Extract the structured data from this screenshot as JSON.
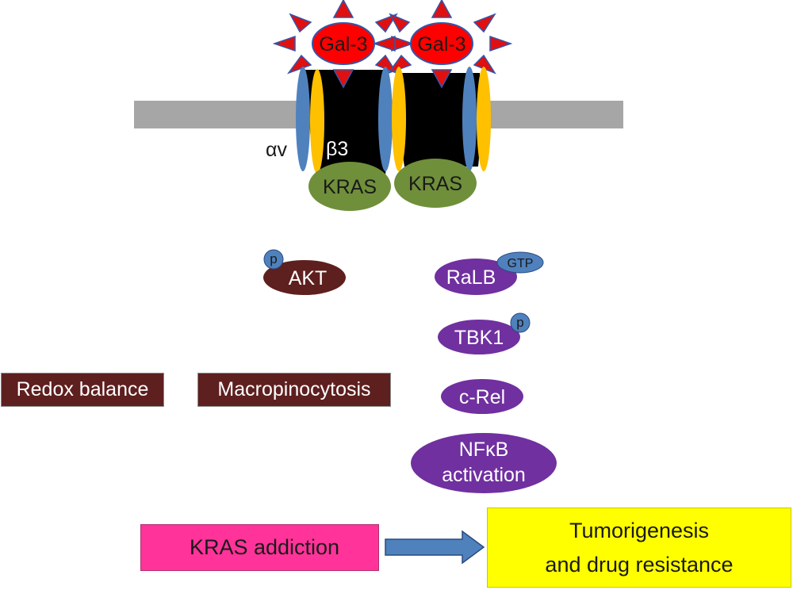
{
  "receptor": {
    "gal3_left": "Gal-3",
    "gal3_right": "Gal-3",
    "alpha_label": "αv",
    "beta_label": "β3",
    "kras_left": "KRAS",
    "kras_right": "KRAS"
  },
  "left_pathway": {
    "akt": "AKT",
    "akt_phospho": "p",
    "redox": "Redox balance",
    "macropinocytosis": "Macropinocytosis"
  },
  "right_pathway": {
    "ralb": "RaLB",
    "ralb_gtp": "GTP",
    "tbk1": "TBK1",
    "tbk1_phospho": "p",
    "crel": "c-Rel",
    "nfkb_line1": "NFκB",
    "nfkb_line2": "activation"
  },
  "outcome": {
    "kras_addiction": "KRAS addiction",
    "tumor_line1": "Tumorigenesis",
    "tumor_line2": "and drug resistance"
  },
  "colors": {
    "membrane": "#a6a6a6",
    "gal3_fill": "#ff0000",
    "gal3_spikes": "#e01010",
    "alpha_integrin": "#4f81bd",
    "beta_integrin": "#ffc000",
    "kras": "#6f8f3a",
    "akt": "#5e1f1f",
    "purple_nodes": "#7030a0",
    "phospho": "#4f81bd",
    "kras_addiction": "#ff3399",
    "tumorigenesis": "#ffff00",
    "arrow": "#4f81bd"
  }
}
